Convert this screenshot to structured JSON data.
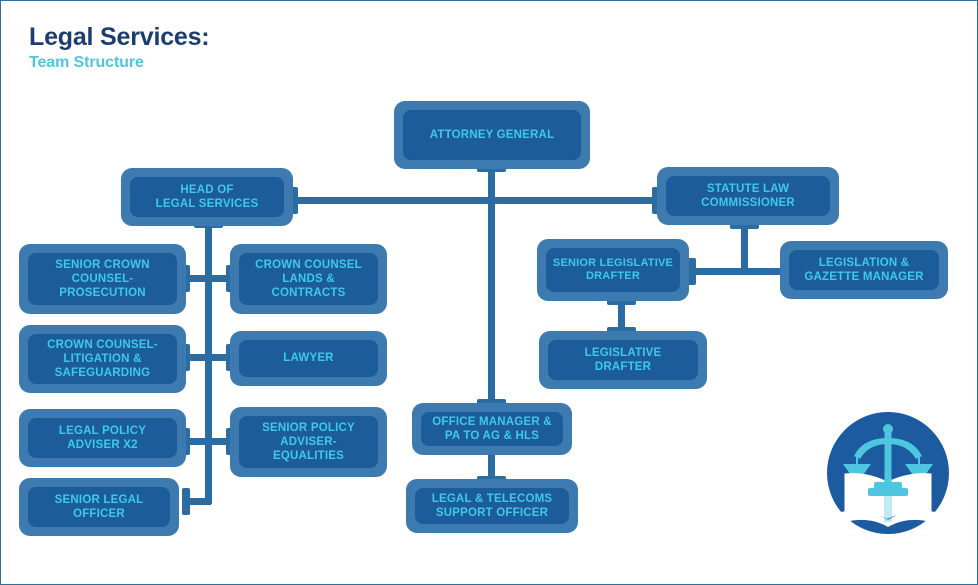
{
  "header": {
    "title": "Legal Services:",
    "subtitle": "Team Structure"
  },
  "colors": {
    "box_outer": "#3d7ab0",
    "box_inner": "#1c5c9a",
    "label_text": "#3fc9e8",
    "connector": "#2b6ca3",
    "title_main": "#1b3d72",
    "title_sub": "#4ec6e0",
    "logo_circle": "#1c5ba0",
    "logo_accent": "#4ec6e0",
    "background": "#ffffff",
    "border": "#2e6f9e"
  },
  "chart_data": {
    "type": "diagram",
    "title": "Legal Services: Team Structure",
    "nodes": [
      {
        "id": "attorney-general",
        "label": "ATTORNEY GENERAL"
      },
      {
        "id": "head-of-legal-services",
        "label": "HEAD OF\nLEGAL SERVICES"
      },
      {
        "id": "statute-law-commissioner",
        "label": "STATUTE LAW\nCOMMISSIONER"
      },
      {
        "id": "senior-crown-counsel-prosecution",
        "label": "SENIOR CROWN\nCOUNSEL-\nPROSECUTION"
      },
      {
        "id": "crown-counsel-lands-contracts",
        "label": "CROWN COUNSEL\nLANDS &\nCONTRACTS"
      },
      {
        "id": "crown-counsel-litigation-safeguarding",
        "label": "CROWN COUNSEL-\nLITIGATION &\nSAFEGUARDING"
      },
      {
        "id": "lawyer",
        "label": "LAWYER"
      },
      {
        "id": "legal-policy-adviser-x2",
        "label": "LEGAL POLICY\nADVISER X2"
      },
      {
        "id": "senior-policy-adviser-equalities",
        "label": "SENIOR POLICY\nADVISER-\nEQUALITIES"
      },
      {
        "id": "senior-legal-officer",
        "label": "SENIOR LEGAL\nOFFICER"
      },
      {
        "id": "senior-legislative-drafter",
        "label": "SENIOR LEGISLATIVE\nDRAFTER"
      },
      {
        "id": "legislation-gazette-manager",
        "label": "LEGISLATION &\nGAZETTE MANAGER"
      },
      {
        "id": "legislative-drafter",
        "label": "LEGISLATIVE\nDRAFTER"
      },
      {
        "id": "office-manager-pa",
        "label": "OFFICE MANAGER &\nPA TO AG & HLS"
      },
      {
        "id": "legal-telecoms-support-officer",
        "label": "LEGAL & TELECOMS\nSUPPORT OFFICER"
      }
    ],
    "edges": [
      {
        "from": "attorney-general",
        "to": "head-of-legal-services"
      },
      {
        "from": "attorney-general",
        "to": "statute-law-commissioner"
      },
      {
        "from": "attorney-general",
        "to": "office-manager-pa"
      },
      {
        "from": "head-of-legal-services",
        "to": "senior-crown-counsel-prosecution"
      },
      {
        "from": "head-of-legal-services",
        "to": "crown-counsel-lands-contracts"
      },
      {
        "from": "head-of-legal-services",
        "to": "crown-counsel-litigation-safeguarding"
      },
      {
        "from": "head-of-legal-services",
        "to": "lawyer"
      },
      {
        "from": "head-of-legal-services",
        "to": "legal-policy-adviser-x2"
      },
      {
        "from": "head-of-legal-services",
        "to": "senior-policy-adviser-equalities"
      },
      {
        "from": "head-of-legal-services",
        "to": "senior-legal-officer"
      },
      {
        "from": "statute-law-commissioner",
        "to": "senior-legislative-drafter"
      },
      {
        "from": "statute-law-commissioner",
        "to": "legislation-gazette-manager"
      },
      {
        "from": "senior-legislative-drafter",
        "to": "legislative-drafter"
      },
      {
        "from": "office-manager-pa",
        "to": "legal-telecoms-support-officer"
      }
    ]
  },
  "logo": {
    "name": "scales-of-justice-book-logo"
  }
}
